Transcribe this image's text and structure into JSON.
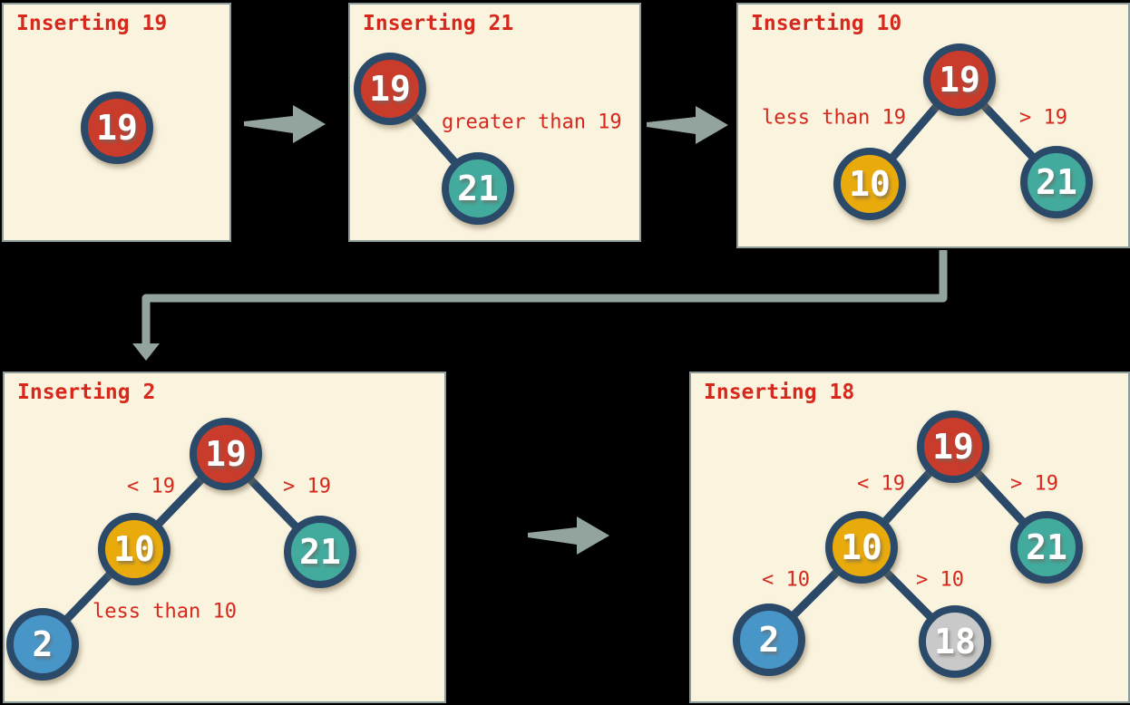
{
  "diagram": {
    "topic": "binary-search-tree-insertion-steps",
    "colors": {
      "background": "#000000",
      "panel_bg": "#faf3de",
      "panel_border": "#8d9b9b",
      "title_red": "#d7281d",
      "label_red": "#d7281d",
      "edge_navy": "#2b4a6a",
      "node_ring_navy": "#2b4a6a",
      "node_text": "#ffffff",
      "arrow_gray": "#93a49f",
      "node_red": "#c93b2b",
      "node_teal": "#42ab9e",
      "node_gold": "#e9aa0c",
      "node_blue": "#4896c8",
      "node_silver": "#c9c9c9"
    },
    "panels": [
      {
        "title": "Inserting 19",
        "nodes": [
          {
            "value": "19",
            "fill": "#c93b2b"
          }
        ],
        "labels": []
      },
      {
        "title": "Inserting 21",
        "nodes": [
          {
            "value": "19",
            "fill": "#c93b2b"
          },
          {
            "value": "21",
            "fill": "#42ab9e"
          }
        ],
        "labels": [
          {
            "text": "greater than 19"
          }
        ]
      },
      {
        "title": "Inserting 10",
        "nodes": [
          {
            "value": "19",
            "fill": "#c93b2b"
          },
          {
            "value": "10",
            "fill": "#e9aa0c"
          },
          {
            "value": "21",
            "fill": "#42ab9e"
          }
        ],
        "labels": [
          {
            "text": "less than 19"
          },
          {
            "text": "> 19"
          }
        ]
      },
      {
        "title": "Inserting 2",
        "nodes": [
          {
            "value": "19",
            "fill": "#c93b2b"
          },
          {
            "value": "10",
            "fill": "#e9aa0c"
          },
          {
            "value": "21",
            "fill": "#42ab9e"
          },
          {
            "value": "2",
            "fill": "#4896c8"
          }
        ],
        "labels": [
          {
            "text": "< 19"
          },
          {
            "text": "> 19"
          },
          {
            "text": "less than 10"
          }
        ]
      },
      {
        "title": "Inserting 18",
        "nodes": [
          {
            "value": "19",
            "fill": "#c93b2b"
          },
          {
            "value": "10",
            "fill": "#e9aa0c"
          },
          {
            "value": "21",
            "fill": "#42ab9e"
          },
          {
            "value": "2",
            "fill": "#4896c8"
          },
          {
            "value": "18",
            "fill": "#c9c9c9"
          }
        ],
        "labels": [
          {
            "text": "< 19"
          },
          {
            "text": "> 19"
          },
          {
            "text": "< 10"
          },
          {
            "text": "> 10"
          }
        ]
      }
    ]
  }
}
